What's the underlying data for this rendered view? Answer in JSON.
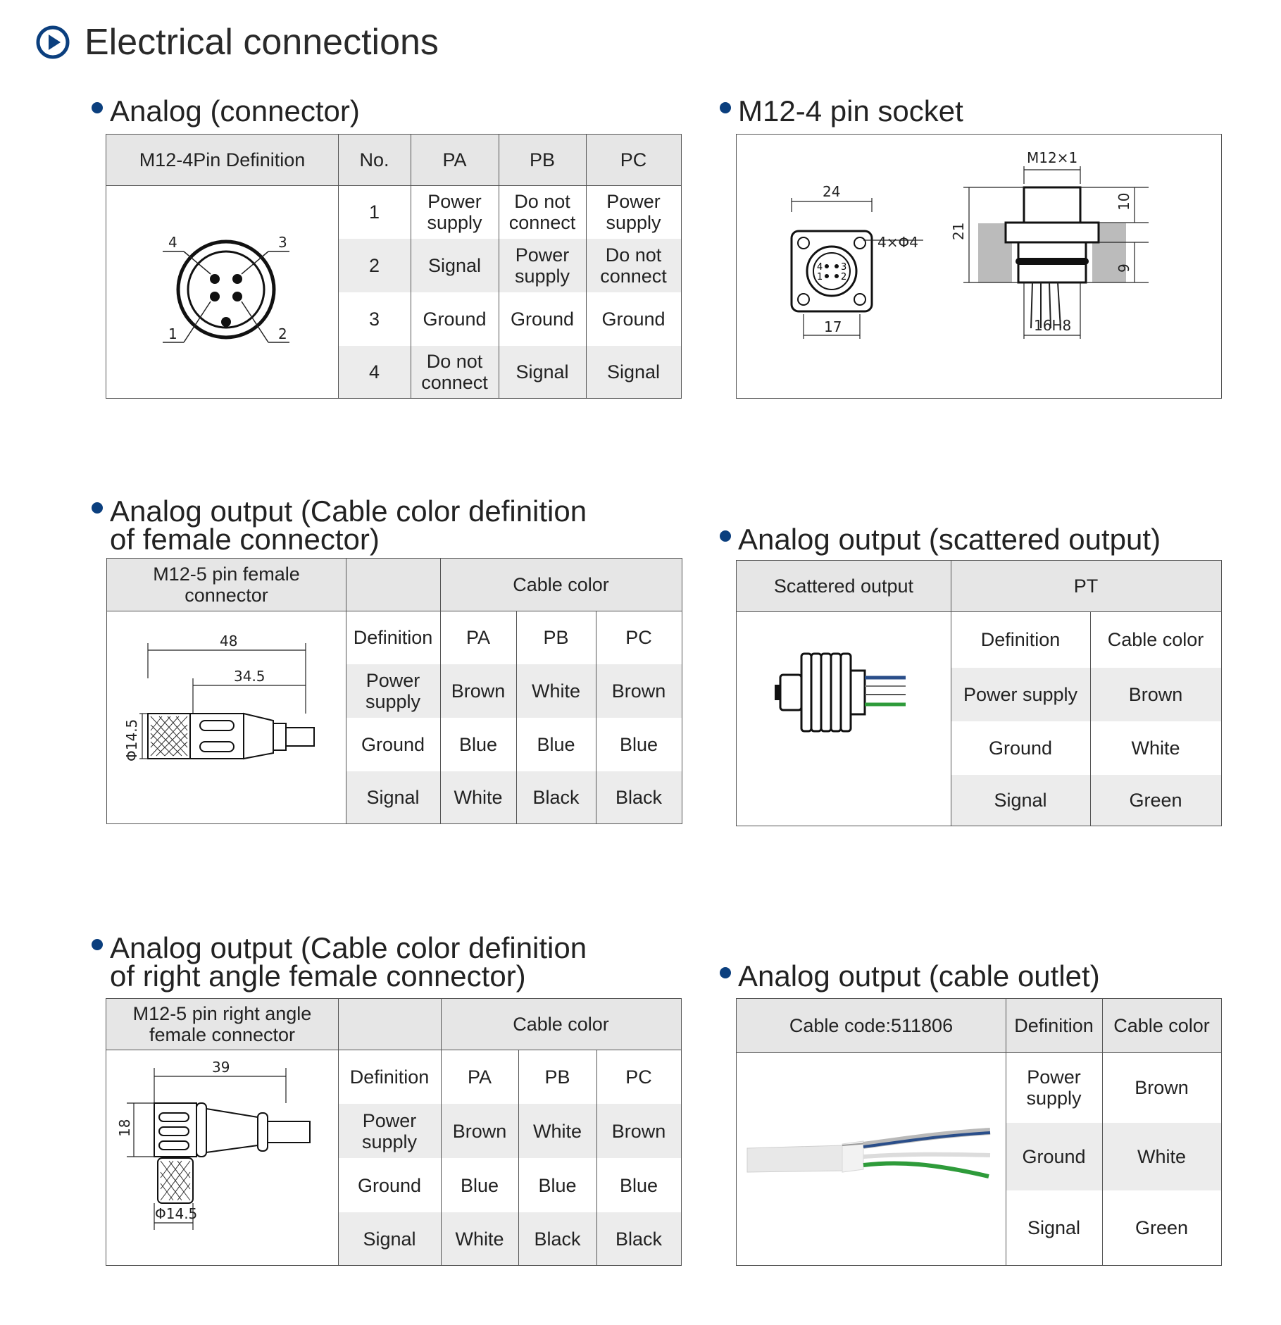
{
  "page": {
    "title": "Electrical connections",
    "colors": {
      "accent": "#0b3f7e",
      "header_bg": "#e6e6e6"
    }
  },
  "sections": {
    "analog_connector": {
      "title": "Analog (connector)",
      "header": [
        "M12-4Pin Definition",
        "No.",
        "PA",
        "PB",
        "PC"
      ],
      "rows": [
        [
          "1",
          "Power supply",
          "Do not connect",
          "Power supply"
        ],
        [
          "2",
          "Signal",
          "Power supply",
          "Do not connect"
        ],
        [
          "3",
          "Ground",
          "Ground",
          "Ground"
        ],
        [
          "4",
          "Do not connect",
          "Signal",
          "Signal"
        ]
      ],
      "pin_labels": [
        "4",
        "3",
        "1",
        "2"
      ]
    },
    "m12_socket": {
      "title": "M12-4 pin socket",
      "dims": {
        "width": "24",
        "holes": "4×Φ4",
        "pitch": "17",
        "thread": "M12×1",
        "height": "21",
        "top": "10",
        "bottom": "9",
        "bore": "16H8"
      },
      "pin_labels": [
        "4",
        "3",
        "1",
        "2"
      ]
    },
    "female_connector": {
      "title_line1": "Analog output (Cable color definition",
      "title_line2": "of female connector)",
      "header_left": "M12-5 pin female connector",
      "header_right": "Cable color",
      "subheader": [
        "Definition",
        "PA",
        "PB",
        "PC"
      ],
      "rows": [
        [
          "Power supply",
          "Brown",
          "White",
          "Brown"
        ],
        [
          "Ground",
          "Blue",
          "Blue",
          "Blue"
        ],
        [
          "Signal",
          "White",
          "Black",
          "Black"
        ]
      ],
      "dims": {
        "length": "48",
        "body": "34.5",
        "diameter": "Φ14.5"
      }
    },
    "scattered": {
      "title": "Analog output (scattered output)",
      "header_left": "Scattered output",
      "header_right": "PT",
      "subheader": [
        "Definition",
        "Cable color"
      ],
      "rows": [
        [
          "Power supply",
          "Brown"
        ],
        [
          "Ground",
          "White"
        ],
        [
          "Signal",
          "Green"
        ]
      ]
    },
    "right_angle": {
      "title_line1": "Analog output (Cable color definition",
      "title_line2": "of right angle female connector)",
      "header_left": "M12-5 pin right angle female connector",
      "header_right": "Cable color",
      "subheader": [
        "Definition",
        "PA",
        "PB",
        "PC"
      ],
      "rows": [
        [
          "Power supply",
          "Brown",
          "White",
          "Brown"
        ],
        [
          "Ground",
          "Blue",
          "Blue",
          "Blue"
        ],
        [
          "Signal",
          "White",
          "Black",
          "Black"
        ]
      ],
      "dims": {
        "length": "39",
        "height": "18",
        "diameter": "Φ14.5"
      }
    },
    "cable_outlet": {
      "title": "Analog output (cable outlet)",
      "header_left": "Cable code:511806",
      "subheader": [
        "Definition",
        "Cable color"
      ],
      "rows": [
        [
          "Power supply",
          "Brown"
        ],
        [
          "Ground",
          "White"
        ],
        [
          "Signal",
          "Green"
        ]
      ]
    }
  }
}
